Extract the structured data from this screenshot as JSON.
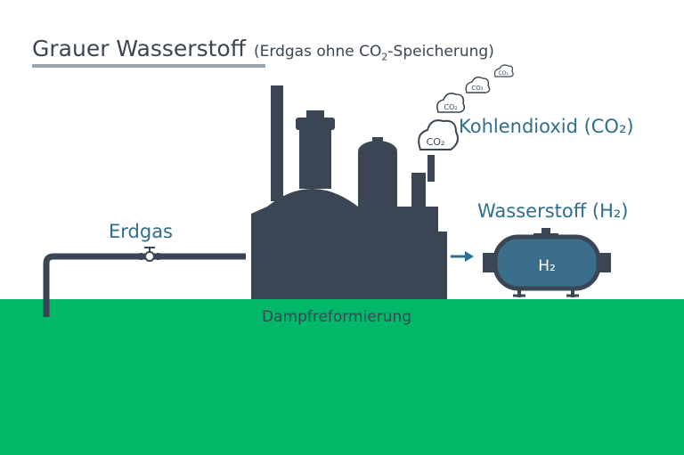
{
  "title": {
    "main": "Grauer Wasserstoff",
    "sub_prefix": "(Erdgas ohne CO",
    "sub_subscript": "2",
    "sub_suffix": "-Speicherung)"
  },
  "labels": {
    "erdgas": "Erdgas",
    "kohlendioxid": "Kohlendioxid (CO₂)",
    "wasserstoff": "Wasserstoff (H₂)",
    "dampfreformierung": "Dampfreformierung"
  },
  "tank_label": "H₂",
  "co2_cloud_label": "CO₂",
  "colors": {
    "ground": "#00b868",
    "plant": "#3a4654",
    "accent": "#2e6e8e",
    "tank": "#3b6e8a"
  }
}
